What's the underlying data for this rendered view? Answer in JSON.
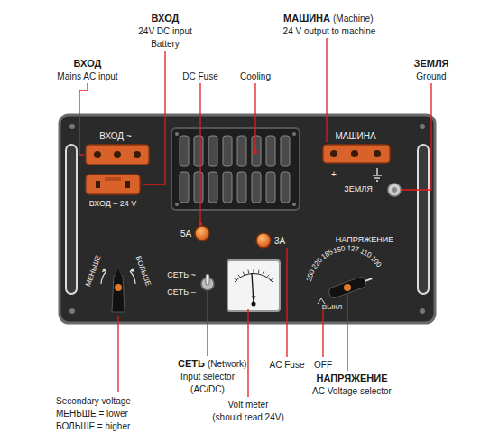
{
  "diagram": {
    "labels": [
      "ВХОД",
      "24V DC input",
      "Battery",
      "ВХОД",
      "Mains AC input",
      "МАШИНА",
      "(Machine)",
      "24 V output to machine",
      "ЗЕМЛЯ",
      "Ground",
      "DC Fuse",
      "Cooling",
      "ВХОД ~",
      "ВХОД – 24 V",
      "МАШИНА",
      "+",
      "–",
      "ЗЕМЛЯ",
      "5A",
      "3A",
      "СЕТЬ ~",
      "СЕТЬ –",
      "МЕНЬШЕ",
      "БОЛЬШЕ",
      "НАПРЯЖЕНИЕ",
      "250",
      "220",
      "185",
      "150",
      "127",
      "110",
      "100",
      "ВЫКЛ",
      "V",
      "Secondary voltage",
      "МЕНЬШЕ = lower",
      "БОЛЬШЕ = higher",
      "СЕТЬ",
      "(Network)",
      "Input selector",
      "(AC/DC)",
      "Volt meter",
      "(should read 24V)",
      "AC Fuse",
      "OFF",
      "НАПРЯЖЕНИЕ",
      "AC Voltage selector"
    ]
  }
}
